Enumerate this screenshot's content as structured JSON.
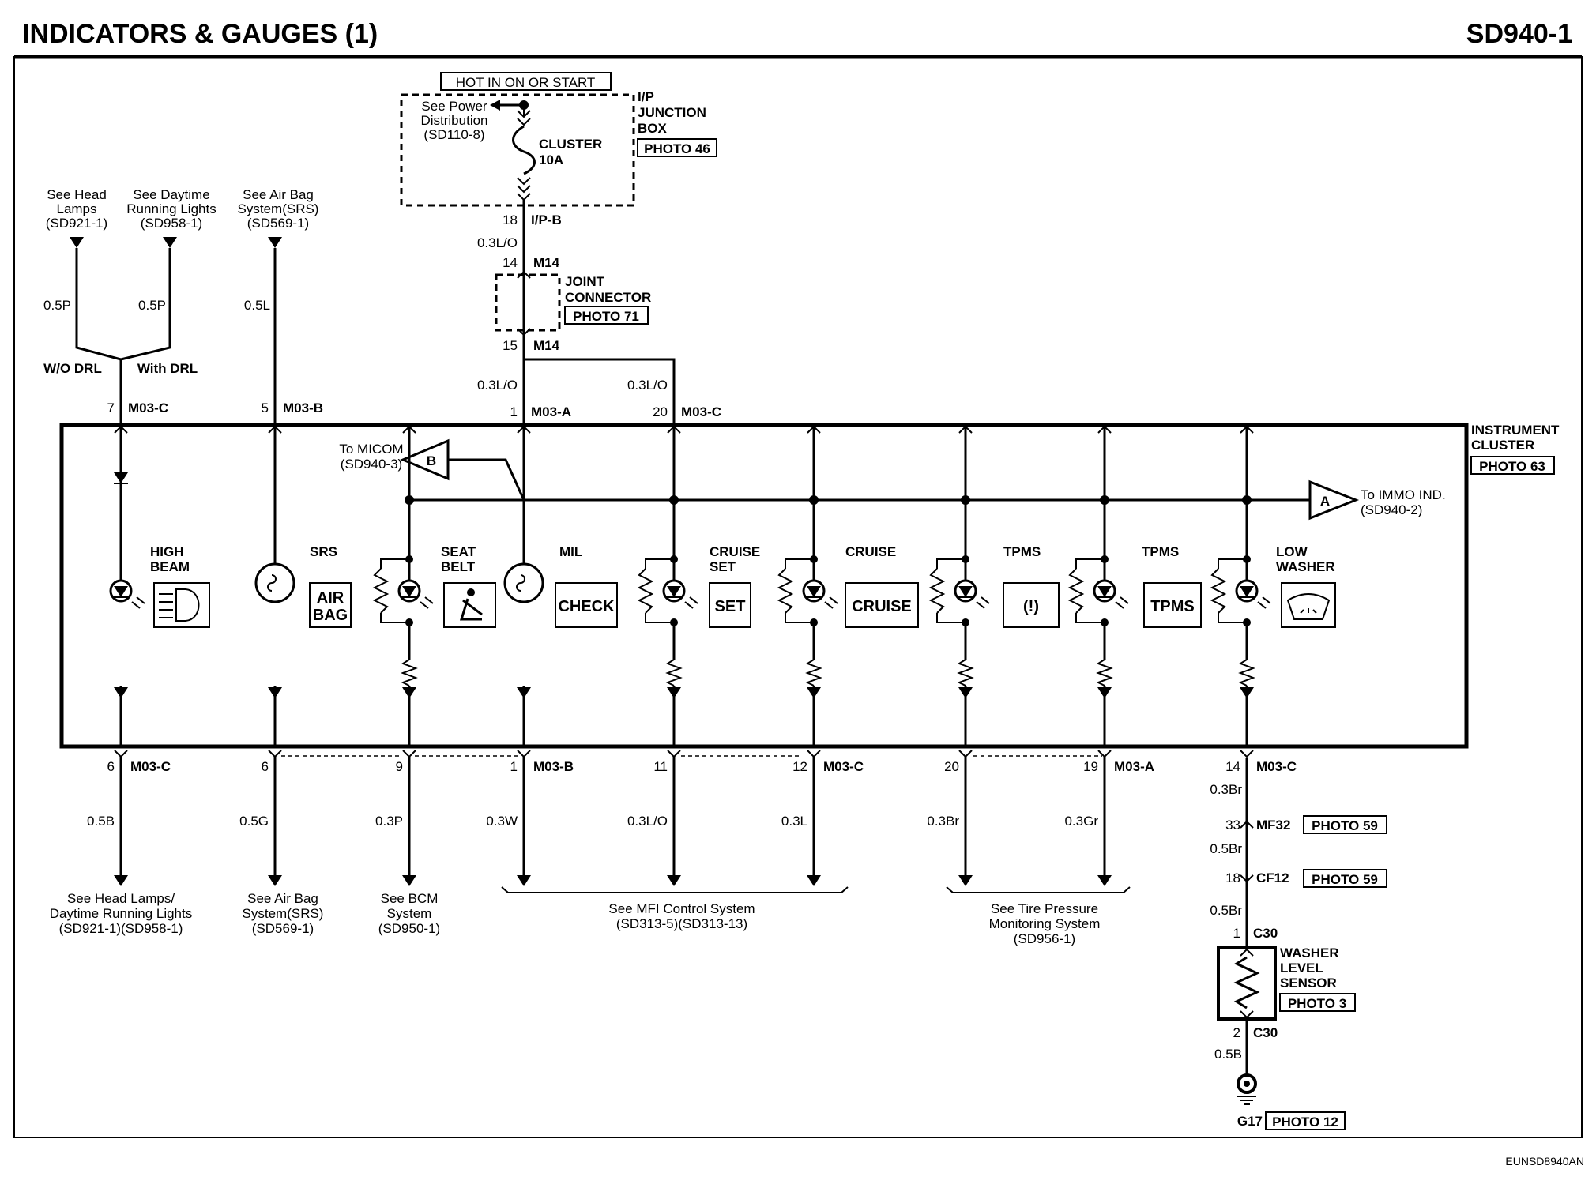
{
  "header": {
    "title": "INDICATORS & GAUGES (1)",
    "code": "SD940-1"
  },
  "footer": {
    "ref": "EUNSD8940AN"
  },
  "power": {
    "hot_label": "HOT IN ON OR START",
    "see_power": [
      "See Power",
      "Distribution",
      "(SD110-8)"
    ],
    "fuse_label": [
      "CLUSTER",
      "10A"
    ],
    "junction_box": [
      "I/P",
      "JUNCTION",
      "BOX"
    ],
    "junction_photo": "PHOTO 46",
    "pin_18": "18",
    "conn_ipb": "I/P-B",
    "wire_1": "0.3L/O",
    "pin_14": "14",
    "conn_m14a": "M14",
    "joint": [
      "JOINT",
      "CONNECTOR"
    ],
    "joint_photo": "PHOTO 71",
    "pin_15": "15",
    "conn_m14b": "M14"
  },
  "top_refs": {
    "head_lamps": [
      "See Head",
      "Lamps",
      "(SD921-1)"
    ],
    "daytime": [
      "See Daytime",
      "Running Lights",
      "(SD958-1)"
    ],
    "airbag": [
      "See Air Bag",
      "System(SRS)",
      "(SD569-1)"
    ],
    "wire_hl": "0.5P",
    "wire_drl": "0.5P",
    "wire_ab": "0.5L",
    "wo_drl": "W/O DRL",
    "with_drl": "With DRL"
  },
  "top_pins": [
    {
      "pin": "7",
      "conn": "M03-C"
    },
    {
      "pin": "5",
      "conn": "M03-B"
    },
    {
      "pin": "1",
      "conn": "M03-A",
      "wire": "0.3L/O"
    },
    {
      "pin": "20",
      "conn": "M03-C",
      "wire": "0.3L/O"
    }
  ],
  "cluster": {
    "label": [
      "INSTRUMENT",
      "CLUSTER"
    ],
    "photo": "PHOTO 63",
    "micom": [
      "To MICOM",
      "(SD940-3)"
    ],
    "micom_tag": "B",
    "immo": [
      "To IMMO IND.",
      "(SD940-2)"
    ],
    "immo_tag": "A"
  },
  "indicators": [
    {
      "name": [
        "HIGH",
        "BEAM"
      ],
      "icon_text": ""
    },
    {
      "name": [
        "SRS"
      ],
      "icon_text": [
        "AIR",
        "BAG"
      ]
    },
    {
      "name": [
        "SEAT",
        "BELT"
      ],
      "icon_text": ""
    },
    {
      "name": [
        "MIL"
      ],
      "icon_text": [
        "CHECK"
      ]
    },
    {
      "name": [
        "CRUISE",
        "SET"
      ],
      "icon_text": [
        "SET"
      ]
    },
    {
      "name": [
        "CRUISE"
      ],
      "icon_text": [
        "CRUISE"
      ]
    },
    {
      "name": [
        "TPMS"
      ],
      "icon_text": [
        "(!)"
      ]
    },
    {
      "name": [
        "TPMS"
      ],
      "icon_text": [
        "TPMS"
      ]
    },
    {
      "name": [
        "LOW",
        "WASHER"
      ],
      "icon_text": ""
    }
  ],
  "bottom_pins": [
    {
      "pin": "6",
      "conn": "M03-C",
      "wire": "0.5B"
    },
    {
      "pin": "6",
      "conn": "",
      "wire": "0.5G"
    },
    {
      "pin": "9",
      "conn": "",
      "wire": "0.3P"
    },
    {
      "pin": "1",
      "conn": "M03-B",
      "wire": "0.3W"
    },
    {
      "pin": "11",
      "conn": "",
      "wire": "0.3L/O"
    },
    {
      "pin": "12",
      "conn": "M03-C",
      "wire": "0.3L"
    },
    {
      "pin": "20",
      "conn": "",
      "wire": "0.3Br"
    },
    {
      "pin": "19",
      "conn": "M03-A",
      "wire": "0.3Gr"
    },
    {
      "pin": "14",
      "conn": "M03-C",
      "wire": "0.3Br"
    }
  ],
  "bottom_refs": {
    "head_drl": [
      "See Head Lamps/",
      "Daytime Running Lights",
      "(SD921-1)(SD958-1)"
    ],
    "airbag": [
      "See Air Bag",
      "System(SRS)",
      "(SD569-1)"
    ],
    "bcm": [
      "See BCM",
      "System",
      "(SD950-1)"
    ],
    "mfi": [
      "See MFI Control System",
      "(SD313-5)(SD313-13)"
    ],
    "tpms": [
      "See Tire Pressure",
      "Monitoring System",
      "(SD956-1)"
    ]
  },
  "washer_chain": {
    "pin_33": "33",
    "conn_mf32": "MF32",
    "photo_mf32": "PHOTO 59",
    "wire_2": "0.5Br",
    "pin_18": "18",
    "conn_cf12": "CF12",
    "photo_cf12": "PHOTO 59",
    "wire_3": "0.5Br",
    "pin_1": "1",
    "conn_c30a": "C30",
    "sensor": [
      "WASHER",
      "LEVEL",
      "SENSOR"
    ],
    "sensor_photo": "PHOTO 3",
    "pin_2": "2",
    "conn_c30b": "C30",
    "wire_4": "0.5B",
    "ground": "G17",
    "ground_photo": "PHOTO 12"
  }
}
